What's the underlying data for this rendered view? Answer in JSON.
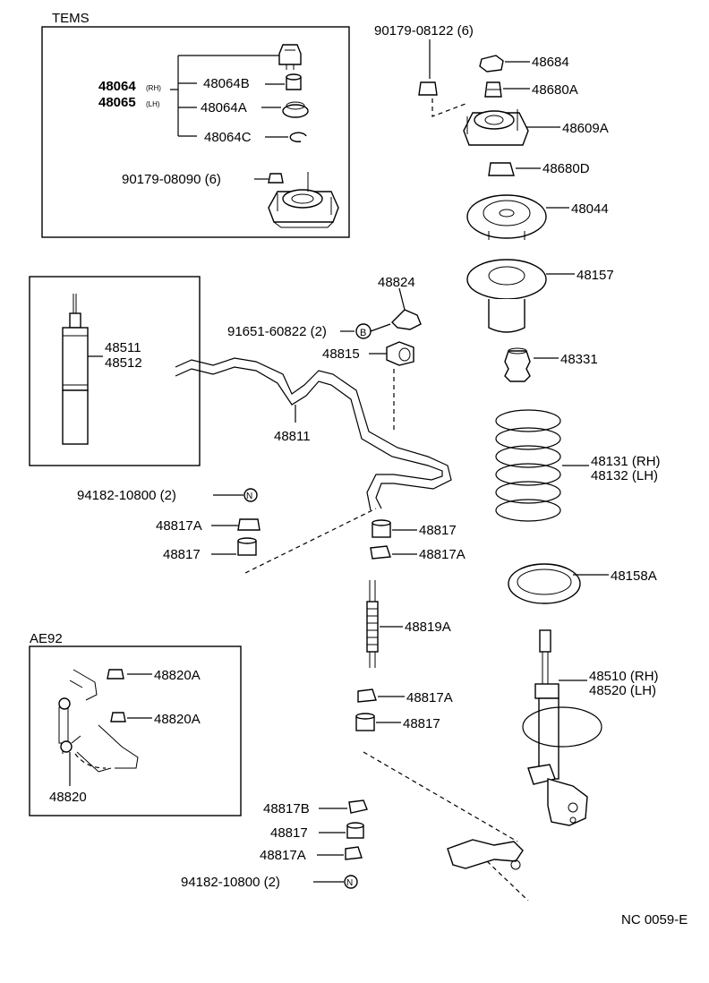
{
  "tems_box": {
    "title": "TEMS",
    "assembly_rh": "48064",
    "assembly_rh_side": "(RH)",
    "assembly_lh": "48065",
    "assembly_lh_side": "(LH)",
    "part_b": "48064B",
    "part_a": "48064A",
    "part_c": "48064C",
    "nut": "90179-08090 (6)"
  },
  "shock_box": {
    "part_1": "48511",
    "part_2": "48512"
  },
  "ae92_box": {
    "title": "AE92",
    "bushing_1": "48820A",
    "bushing_2": "48820A",
    "link": "48820"
  },
  "strut_mount": {
    "nut": "90179-08122 (6)",
    "cap": "48684",
    "retainer": "48680A",
    "support": "48609A",
    "bearing": "48680D",
    "seat": "48044"
  },
  "stabilizer": {
    "bracket": "48824",
    "bolt": "91651-60822 (2)",
    "bolt_symbol": "B",
    "bushing": "48815",
    "bar": "48811",
    "nut_top": "94182-10800 (2)",
    "nut_symbol": "N",
    "cushion_left_a": "48817A",
    "cushion_left": "48817",
    "cushion_right": "48817",
    "cushion_right_a": "48817A",
    "link_rod": "48819A",
    "mid_cushion_a": "48817A",
    "mid_cushion": "48817",
    "low_cushion_b": "48817B",
    "low_cushion": "48817",
    "low_cushion_a": "48817A",
    "nut_bottom": "94182-10800 (2)"
  },
  "spring_side": {
    "dust_cover": "48157",
    "bumper": "48331",
    "spring_rh": "48131 (RH)",
    "spring_lh": "48132 (LH)",
    "insulator": "48158A",
    "strut_rh": "48510 (RH)",
    "strut_lh": "48520 (LH)"
  },
  "footer_code": "NC 0059-E"
}
